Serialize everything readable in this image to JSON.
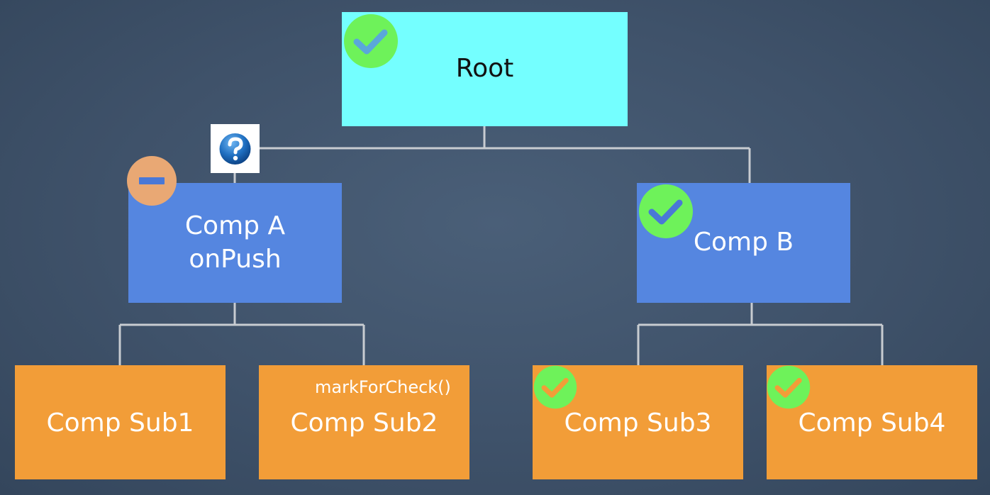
{
  "nodes": {
    "root": {
      "label": "Root"
    },
    "comp_a": {
      "line1": "Comp A",
      "line2": "onPush"
    },
    "comp_b": {
      "label": "Comp B"
    },
    "sub1": {
      "label": "Comp Sub1"
    },
    "sub2": {
      "label": "Comp Sub2",
      "note": "markForCheck()"
    },
    "sub3": {
      "label": "Comp Sub3"
    },
    "sub4": {
      "label": "Comp Sub4"
    }
  },
  "badges": {
    "root": "check-icon",
    "comp_a_top": "question-icon",
    "comp_a": "minus-icon",
    "comp_b": "check-icon",
    "sub3": "check-icon",
    "sub4": "check-icon"
  },
  "colors": {
    "root_fill": "#74ffff",
    "component_fill": "#5586e0",
    "sub_fill": "#f29d38",
    "check_badge": "#6ef25a",
    "minus_badge": "#e9a874",
    "connector": "#c8ccd1"
  }
}
